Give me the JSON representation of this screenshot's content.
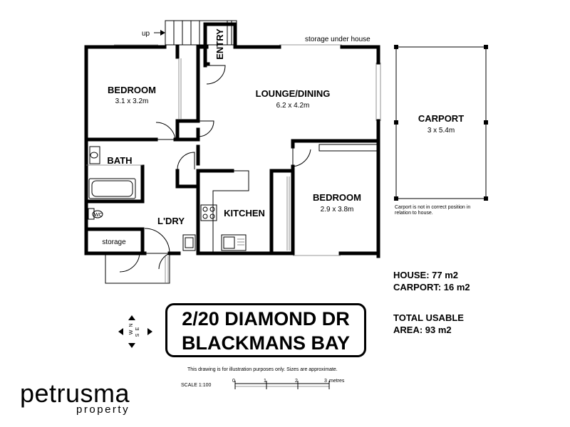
{
  "rooms": {
    "bedroom1": {
      "name": "BEDROOM",
      "dims": "3.1 x 3.2m"
    },
    "lounge": {
      "name": "LOUNGE/DINING",
      "dims": "6.2 x 4.2m"
    },
    "carport": {
      "name": "CARPORT",
      "dims": "3 x 5.4m"
    },
    "bath": {
      "name": "BATH"
    },
    "kitchen": {
      "name": "KITCHEN"
    },
    "bedroom2": {
      "name": "BEDROOM",
      "dims": "2.9 x 3.8m"
    },
    "laundry": {
      "name": "L'DRY"
    },
    "storage": {
      "name": "storage"
    },
    "entry": {
      "name": "ENTRY"
    },
    "wc": {
      "name": "WC"
    }
  },
  "labels": {
    "up": "up",
    "storage_under_house": "storage under house",
    "carport_note_line1": "Carport is not in correct position in",
    "carport_note_line2": "relation to house."
  },
  "stats": {
    "house": "HOUSE: 77 m2",
    "carport": "CARPORT: 16 m2",
    "total_line1": "TOTAL USABLE",
    "total_line2": "AREA: 93 m2"
  },
  "address": {
    "line1": "2/20 DIAMOND DR",
    "line2": "BLACKMANS BAY"
  },
  "compass": {
    "n": "N",
    "e": "E",
    "s": "S",
    "w": "W"
  },
  "footer": {
    "disclaimer": "This drawing is for illustration purposes only. Sizes are approximate.",
    "scale_label": "SCALE 1:100",
    "ticks": [
      "0",
      "1",
      "2",
      "3"
    ],
    "units": "metres"
  },
  "logo": {
    "main": "petrusma",
    "sub": "property"
  }
}
